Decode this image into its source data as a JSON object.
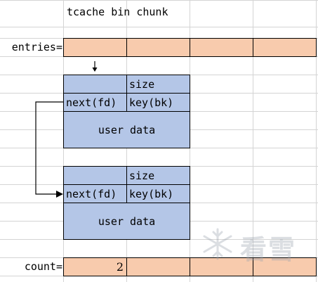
{
  "title": "tcache bin chunk",
  "entries_label": "entries=",
  "count_label": "count=",
  "count_value": "2",
  "chunks": [
    {
      "size_label": "size",
      "next_label": "next(fd)",
      "key_label": "key(bk)",
      "data_label": "user data"
    },
    {
      "size_label": "size",
      "next_label": "next(fd)",
      "key_label": "key(bk)",
      "data_label": "user data"
    }
  ],
  "watermark_text": "看雪",
  "colors": {
    "cell_orange": "#f8cbad",
    "cell_blue": "#b4c6e7",
    "grid": "#d4d4d4",
    "border": "#000000"
  }
}
